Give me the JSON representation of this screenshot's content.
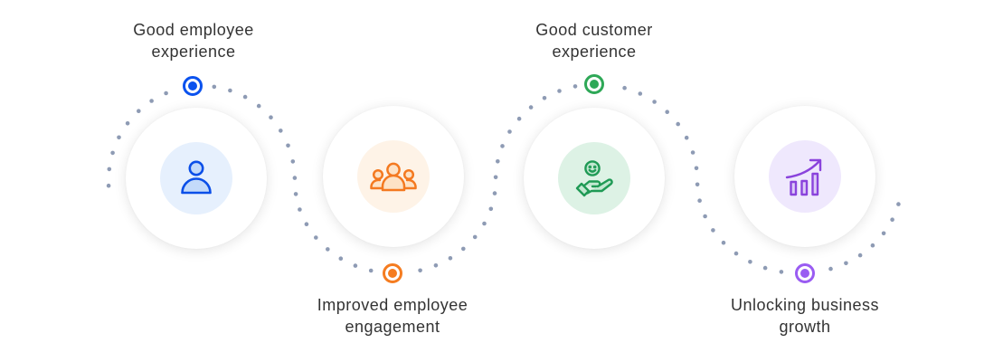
{
  "diagram": {
    "dot_color": "#8e9bb4",
    "steps": [
      {
        "title_line1": "Good employee",
        "title_line2": "experience",
        "icon": "person-icon",
        "accent": "#0b4fe8",
        "marker_color": "#0b52ee",
        "icon_bg": "#e6f0fd",
        "icon_fill": "#c3dafa"
      },
      {
        "title_line1": "Improved employee",
        "title_line2": "engagement",
        "icon": "team-icon",
        "accent": "#f47920",
        "marker_color": "#f57c20",
        "icon_bg": "#fef3e7",
        "icon_fill": "#fde2c6"
      },
      {
        "title_line1": "Good customer",
        "title_line2": "experience",
        "icon": "hand-smile-icon",
        "accent": "#1f9a55",
        "marker_color": "#2ea857",
        "icon_bg": "#ddf2e5",
        "icon_fill": "#c2e8d1"
      },
      {
        "title_line1": "Unlocking business",
        "title_line2": "growth",
        "icon": "growth-chart-icon",
        "accent": "#8a43dc",
        "marker_color": "#9a5cf2",
        "icon_bg": "#efe8fd",
        "icon_fill": "#dccbf8"
      }
    ]
  }
}
